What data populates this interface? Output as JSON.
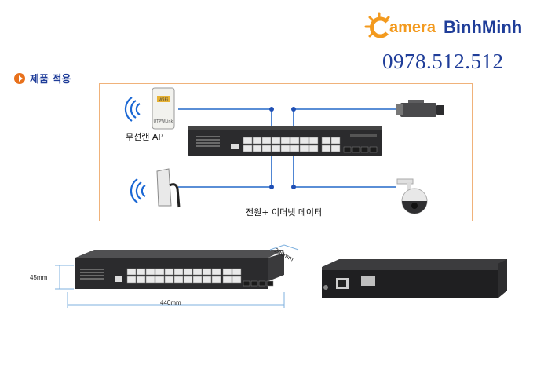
{
  "brand": {
    "camera_word": "amera",
    "name": "BìnhMinh",
    "phone": "0978.512.512"
  },
  "section": {
    "title": "제품 적용"
  },
  "diagram": {
    "ap_label": "무선랜 AP",
    "bottom_caption": "전원+ 이더넷 데이터"
  },
  "dimensions": {
    "height": "45mm",
    "depth": "290mm",
    "width": "440mm"
  },
  "colors": {
    "brand_orange": "#f39a1e",
    "brand_blue": "#1f3d99",
    "link_blue": "#2468c8",
    "frame_orange": "#f0b27a"
  }
}
